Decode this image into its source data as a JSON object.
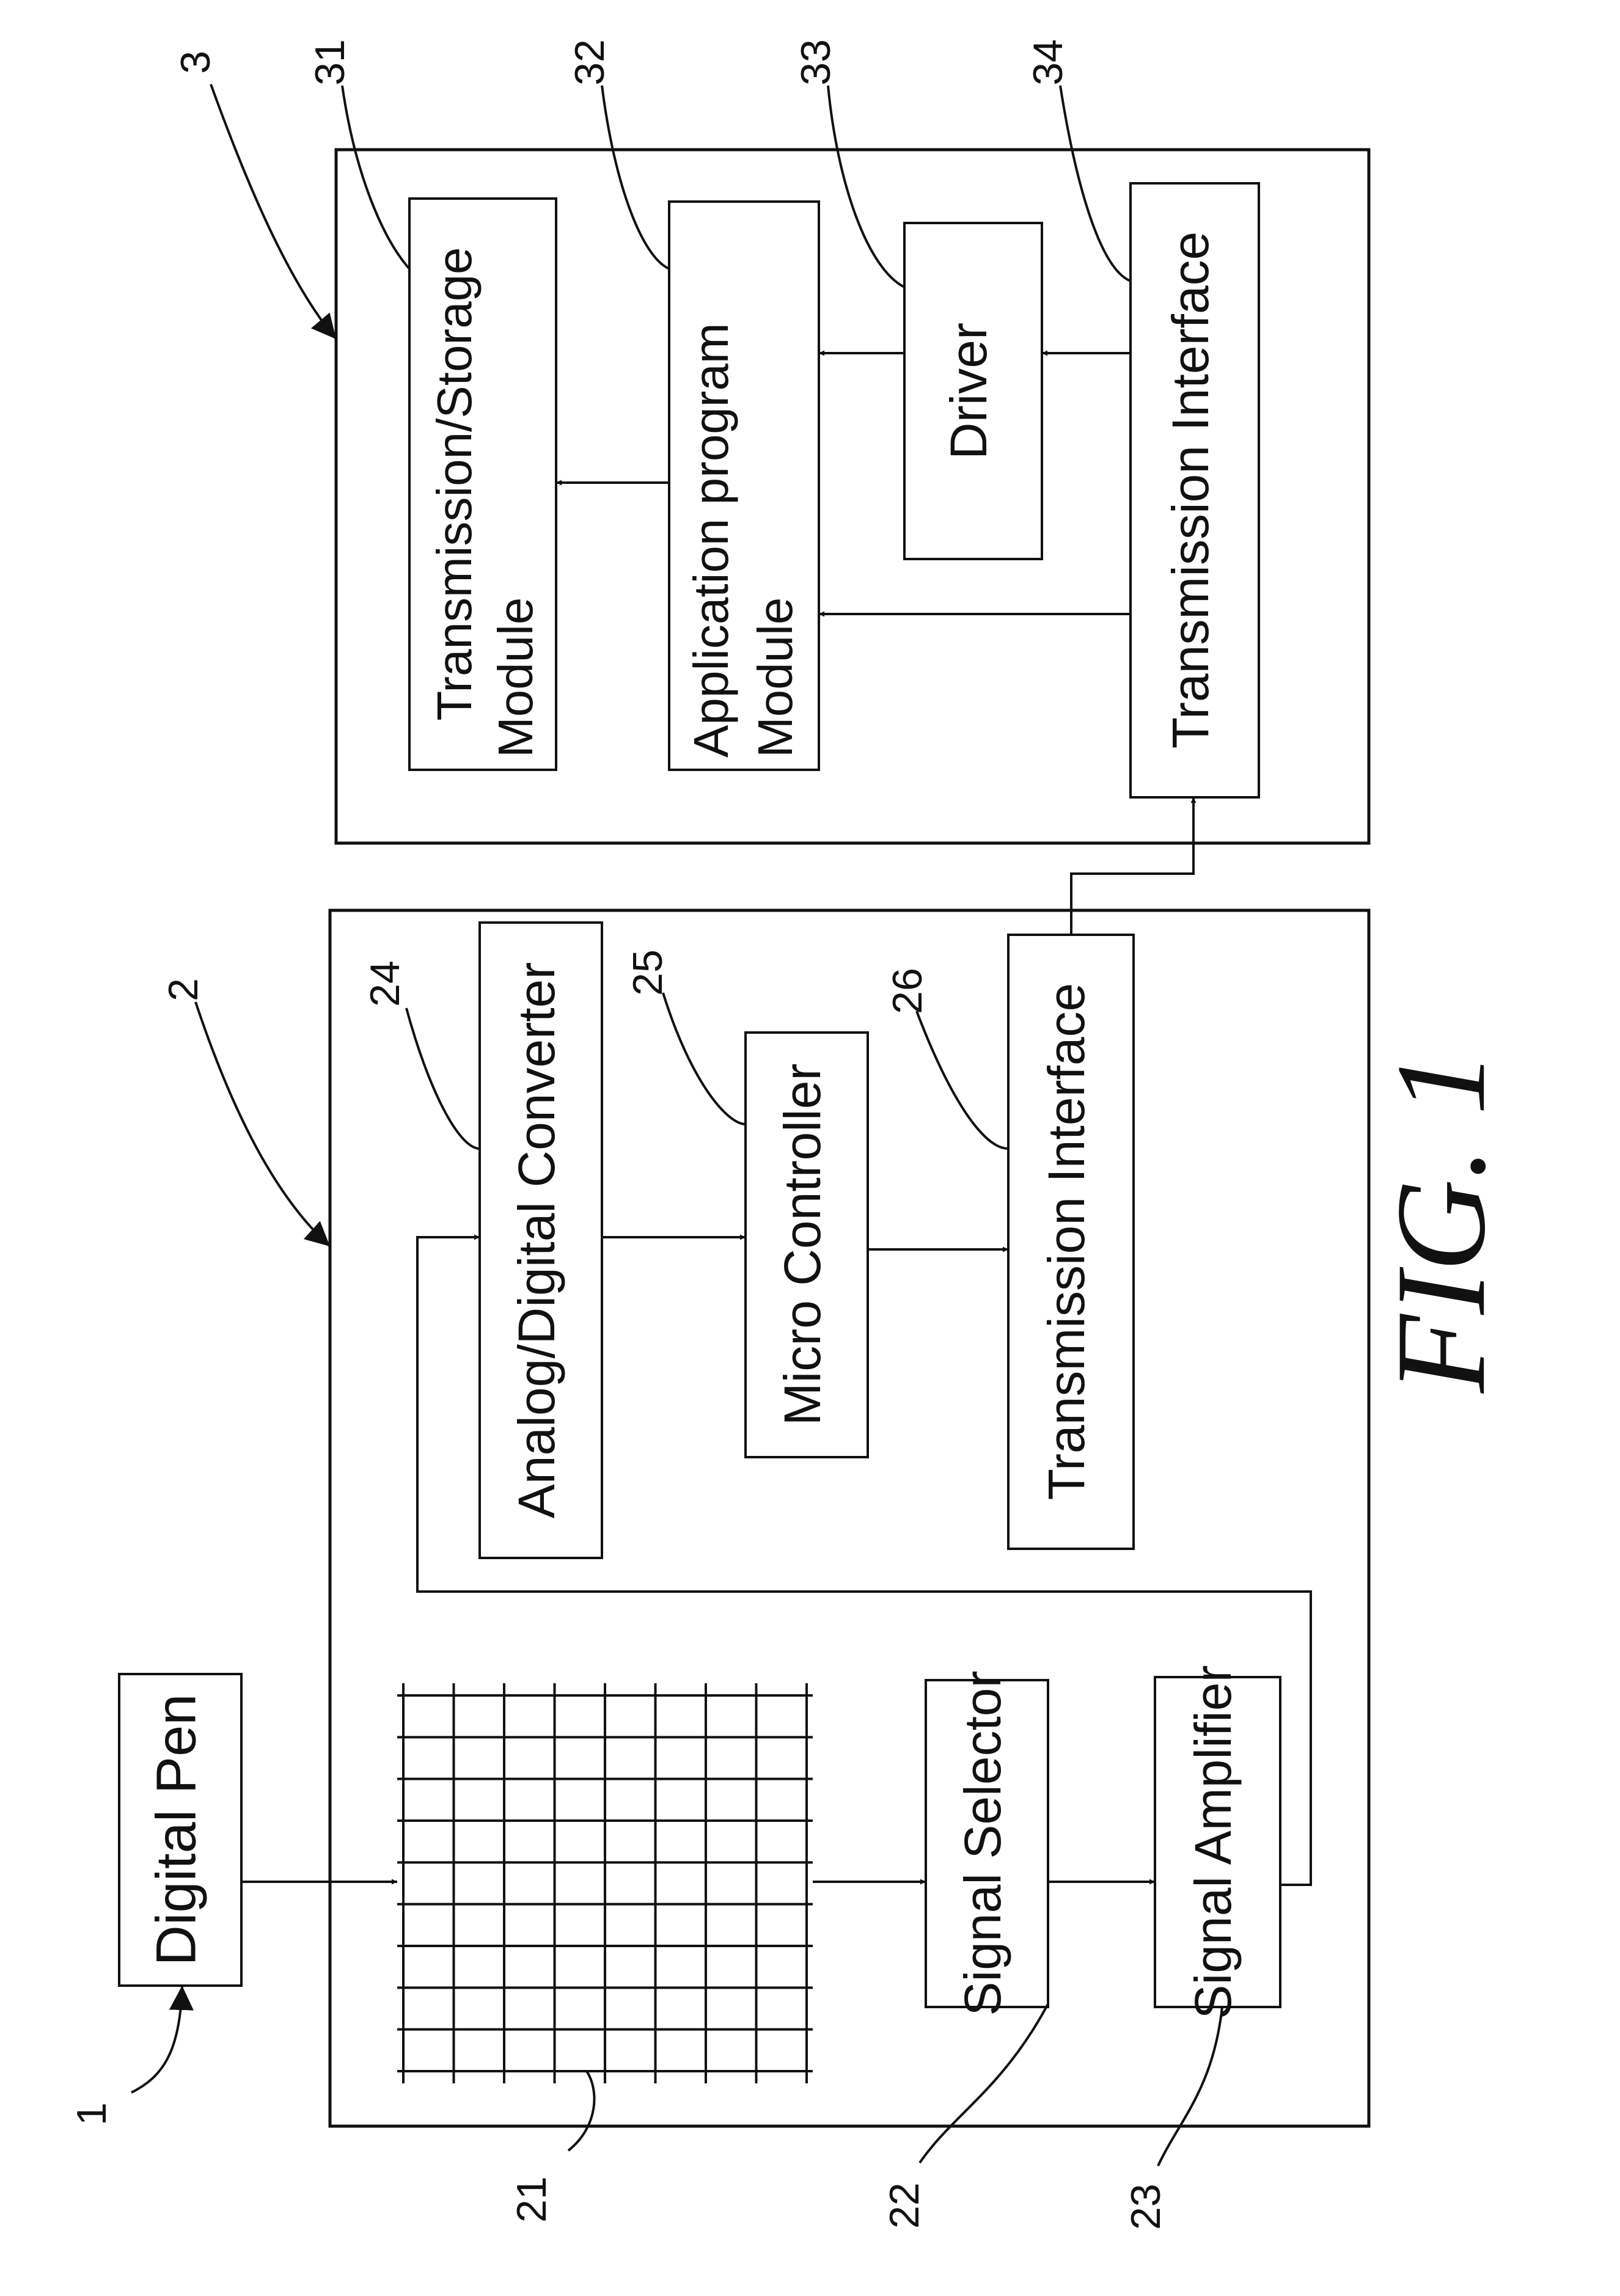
{
  "figure": {
    "caption": "FIG. 1"
  },
  "blocks": {
    "digital_pen": {
      "label": "Digital Pen"
    },
    "signal_selector": {
      "label": "Signal Selector"
    },
    "signal_amplifier": {
      "label": "Signal Amplifier"
    },
    "adc": {
      "label": "Analog/Digital Converter"
    },
    "micro_controller": {
      "label": "Micro Controller"
    },
    "tx_interface_26": {
      "label": "Transmission Interface"
    },
    "tx_storage": {
      "line1": "Transmission/Storage",
      "line2": "Module"
    },
    "app_program": {
      "line1": "Application program",
      "line2": "Module"
    },
    "driver": {
      "label": "Driver"
    },
    "tx_interface_34": {
      "label": "Transmission Interface"
    }
  },
  "refs": {
    "r1": "1",
    "r2": "2",
    "r3": "3",
    "r21": "21",
    "r22": "22",
    "r23": "23",
    "r24": "24",
    "r25": "25",
    "r26": "26",
    "r31": "31",
    "r32": "32",
    "r33": "33",
    "r34": "34"
  }
}
